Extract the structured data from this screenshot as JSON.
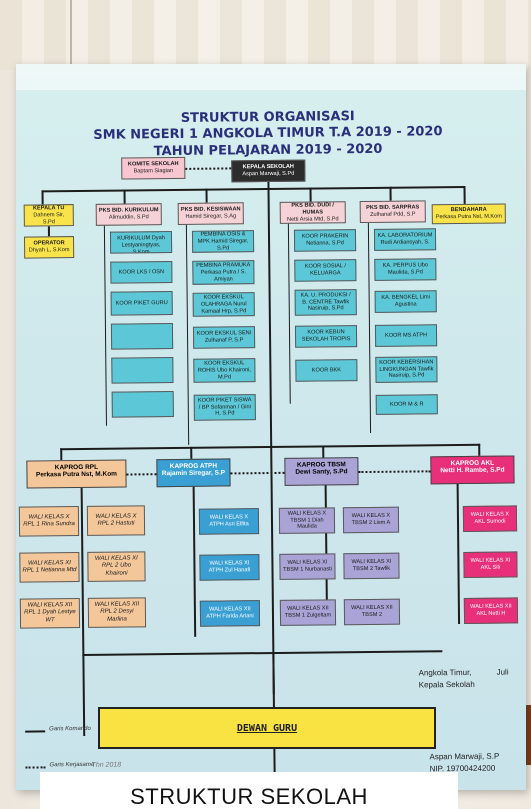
{
  "photo": {
    "poster_title": {
      "line1": "STRUKTUR ORGANISASI",
      "line2": "SMK NEGERI 1 ANGKOLA TIMUR T.A 2019 - 2020",
      "line3": "TAHUN PELAJARAN 2019 - 2020"
    },
    "top_boxes": {
      "komite_label": "KOMITE SEKOLAH",
      "komite_name": "Baptam Siagian",
      "kepsek_label": "KEPALA SEKOLAH",
      "kepsek_name": "Aspan Marwaji, S.Pd"
    },
    "kepala_tu": {
      "label": "KEPALA TU",
      "name": "Dahnem Sir, S.Pd"
    },
    "operator": {
      "label": "OPERATOR",
      "name": "Dhyah L, S.Kom"
    },
    "bendahara": {
      "label": "BENDAHARA",
      "name": "Perkasa Putra Nst, M.Kom"
    },
    "columns": [
      {
        "label": "PKS BID. KURIKULUM",
        "name": "Alimuddin, S.Pd",
        "items": [
          "WAKIL PKS BID. KURIKULUM Dyah Lestyaningtyas, S.Kom",
          "KOOR LKS / OSN",
          "KOOR PIKET GURU",
          "",
          "",
          ""
        ]
      },
      {
        "label": "PKS BID. KESISWAAN",
        "name": "Hamid Siregar, S.Ag",
        "items": [
          "PEMBINA OSIS & MPK Hamid Siregar, S.Pd",
          "PEMBINA PRAMUKA Perkasa Putra / S. Amiyan",
          "KOOR EKSKUL OLAHRAGA Nurul Kamaal Hrp, S.Pd",
          "KOOR EKSKUL SENI Zulhanaf P, S.P",
          "KOOR EKSKUL ROHIS Ubo Khaironi, M.Pd",
          "KOOR PIKET SISWA / BP Sofanman / Gini H, S.Pd"
        ]
      },
      {
        "label": "PKS BID. DUDI / HUMAS",
        "name": "Netti Arsia Mtd, S.Pd",
        "items": [
          "KOOR PRAKERIN Netianna, S.Pd",
          "KOOR SOSIAL / KELUARGA",
          "KA. U. PRODUKSI / B. CENTRE Tawfik Nasiruip, S.Pd",
          "KOOR KEBUN SEKOLAH TROPIS",
          "KOOR BKK"
        ]
      },
      {
        "label": "PKS BID. SARPRAS",
        "name": "Zulhanaf Pdd, S.P",
        "items": [
          "KA. LABORATORIUM Rudi Ardiansyah, S.",
          "KA. PERPUS Ubo Maulida, S.Pd",
          "KA. BENGKEL Limi Agustina",
          "KOOR MS ATPH",
          "KOOR KEBERSIHAN LINGKUNGAN Tawfik Nasiruip, S.Pd",
          "KOOR M & R"
        ]
      }
    ],
    "kaprogs": [
      {
        "label": "KAPROG RPL",
        "name": "Perkasa Putra Nst, M.Kom"
      },
      {
        "label": "KAPROG ATPH",
        "name": "Rajamin Siregar, S.P"
      },
      {
        "label": "KAPROG TBSM",
        "name": "Dewi Santy, S.Pd"
      },
      {
        "label": "KAPROG AKL",
        "name": "Netti H. Rambe, S.Pd"
      }
    ],
    "walis": {
      "rpl_left": [
        "WALI KELAS X RPL 1 Rina Sundra",
        "WALI KELAS XI RPL 1 Netianna Mtd",
        "WALI KELAS XII RPL 1 Dyah Lestye WT"
      ],
      "rpl_right": [
        "WALI KELAS X RPL 2 Hastuti",
        "WALI KELAS XI RPL 2 Ubo Khaironi",
        "WALI KELAS XII RPL 2 Desyi Marlina"
      ],
      "atph": [
        "WALI KELAS X ATPH Asri Elfita",
        "WALI KELAS XI ATPH Zul Hanafi",
        "WALI KELAS XII ATPH Farida Ariani"
      ],
      "tbsm_left": [
        "WALI KELAS X TBSM 1 Diah Maulida",
        "WALI KELAS XI TBSM 1 Nurbanasti",
        "WALI KELAS XII TBSM 1 Zulgeltam"
      ],
      "tbsm_right": [
        "WALI KELAS X TBSM 2 Lism A",
        "WALI KELAS XI TBSM 2 Tawfik",
        "WALI KELAS XII TBSM 2"
      ],
      "akl": [
        "WALI KELAS X AKL Sumodi",
        "WALI KELAS XI AKL Siti",
        "WALI KELAS XII AKL Netti H"
      ]
    },
    "dewan_guru": "DEWAN GURU",
    "signature": {
      "place": "Angkola Timur,",
      "month": "Juli",
      "role": "Kepala Sekolah",
      "name": "Aspan Marwaji, S.P",
      "nip": "NIP. 19700424200"
    },
    "legend": {
      "komando": "Garis Komando",
      "kerjasama": "Garis Kerjasama"
    },
    "handwritten": "Thn 2018",
    "caption": "STRUKTUR SEKOLAH"
  }
}
